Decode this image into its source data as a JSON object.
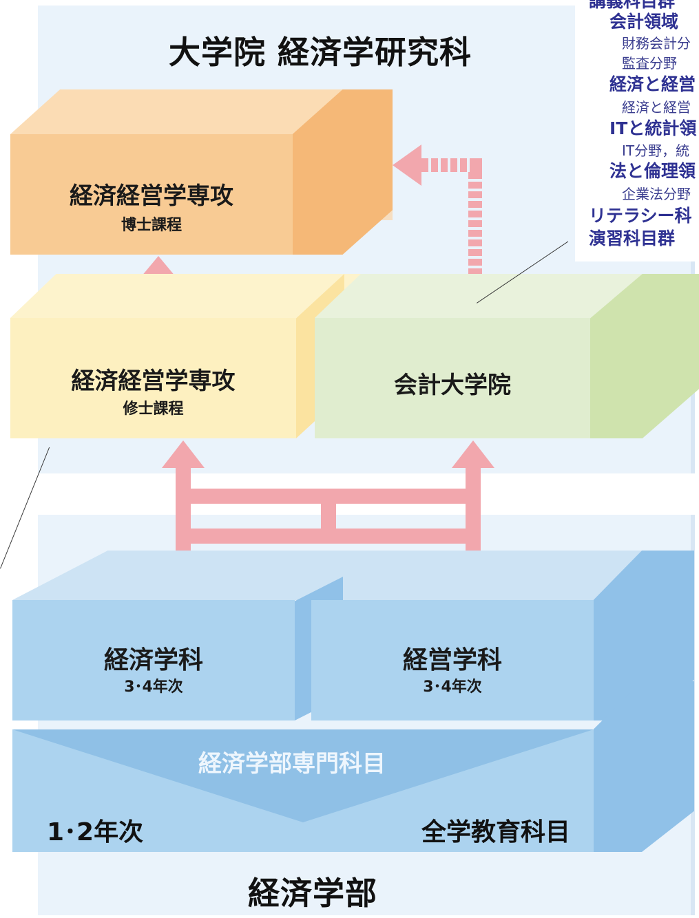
{
  "graduate_school": {
    "title": "大学院 経済学研究科",
    "doctoral": {
      "label": "経済経営学専攻",
      "sub": "博士課程"
    },
    "master": {
      "label": "経済経営学専攻",
      "sub": "修士課程"
    },
    "accounting": {
      "label": "会計大学院"
    }
  },
  "undergraduate": {
    "title": "経済学部",
    "economics": {
      "label": "経済学科",
      "sub": "3･4年次"
    },
    "management": {
      "label": "経営学科",
      "sub": "3･4年次"
    },
    "specialized": "経済学部専門科目",
    "years_1_2": "1･2年次",
    "general_ed": "全学教育科目"
  },
  "curriculum_panel": {
    "lines": [
      {
        "text": "講義科目群",
        "kind": "h"
      },
      {
        "text": "会計領域",
        "kind": "h"
      },
      {
        "text": "財務会計分",
        "kind": "s"
      },
      {
        "text": "監査分野",
        "kind": "s"
      },
      {
        "text": "経済と経営",
        "kind": "h"
      },
      {
        "text": "経済と経営",
        "kind": "s"
      },
      {
        "text": "ITと統計領",
        "kind": "h"
      },
      {
        "text": "IT分野，統",
        "kind": "s"
      },
      {
        "text": "法と倫理領",
        "kind": "h"
      },
      {
        "text": "企業法分野",
        "kind": "s"
      },
      {
        "text": "リテラシー科",
        "kind": "h"
      },
      {
        "text": "演習科目群",
        "kind": "h"
      }
    ]
  },
  "colors": {
    "doctoral": "#f8cb94",
    "master": "#fdf0c0",
    "accounting": "#e0edcf",
    "undergrad": "#acd3ef",
    "arrow": "#f2a7ad",
    "panel_text": "#2e3192"
  }
}
